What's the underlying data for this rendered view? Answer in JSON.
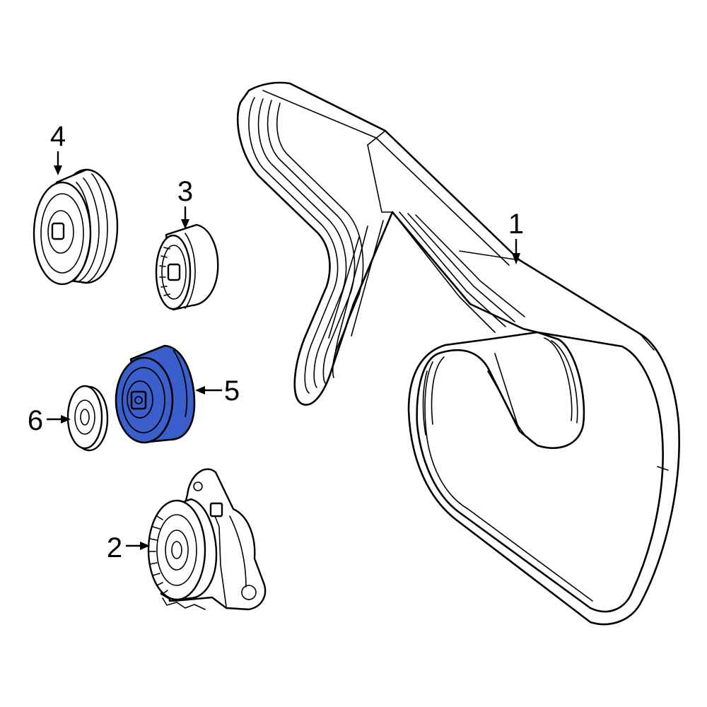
{
  "callouts": {
    "c1": "1",
    "c2": "2",
    "c3": "3",
    "c4": "4",
    "c5": "5",
    "c6": "6"
  },
  "highlight_color": "#3a5fcd"
}
